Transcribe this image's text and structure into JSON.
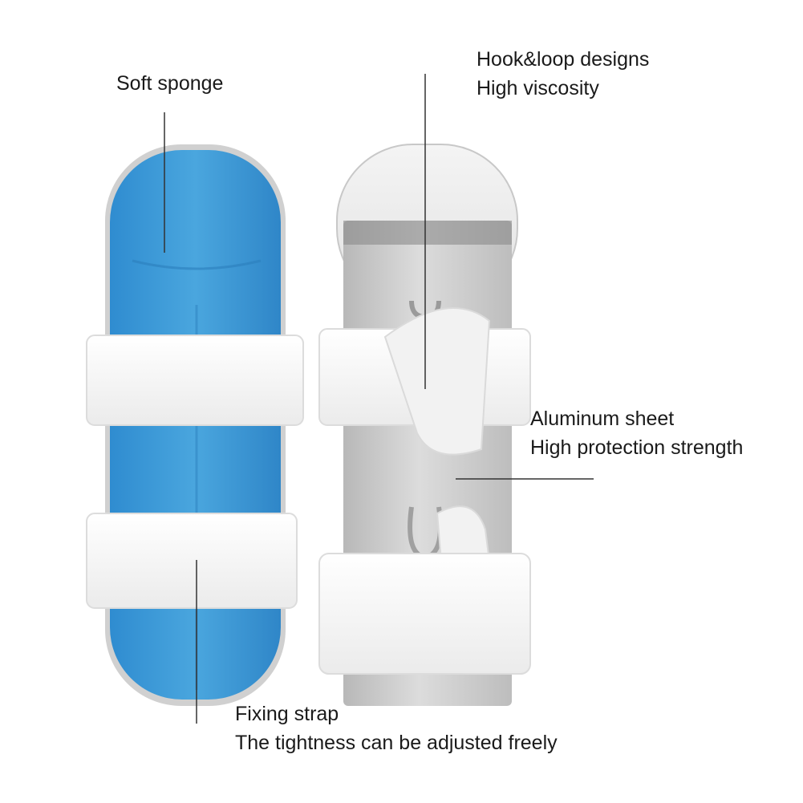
{
  "callouts": {
    "soft_sponge": {
      "line1": "Soft sponge"
    },
    "hook_loop": {
      "line1": "Hook&loop designs",
      "line2": "High viscosity"
    },
    "aluminum": {
      "line1": "Aluminum sheet",
      "line2": "High protection strength"
    },
    "fixing_strap": {
      "line1": "Fixing strap",
      "line2": "The tightness can be adjusted freely"
    }
  },
  "colors": {
    "sponge_blue": "#3d9bd6",
    "strap_white": "#f7f7f7",
    "aluminum": "#c9c9c9",
    "line": "#333333"
  }
}
